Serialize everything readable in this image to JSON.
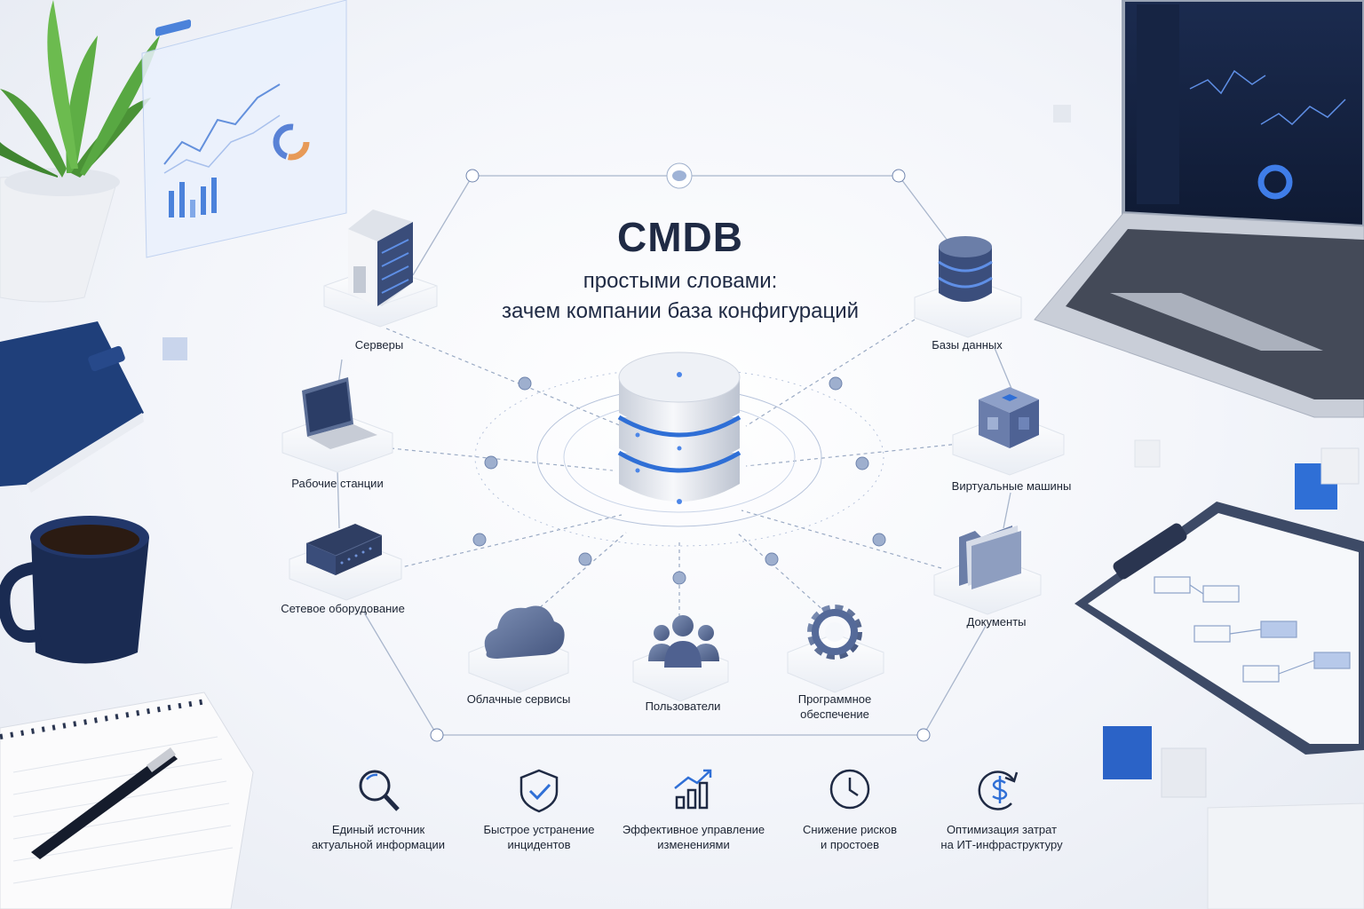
{
  "title": {
    "main": "CMDB",
    "line1": "простыми словами:",
    "line2": "зачем компании база конфигураций"
  },
  "nodes": [
    {
      "id": "servers",
      "label": "Серверы",
      "icon": "server-rack-icon"
    },
    {
      "id": "workstations",
      "label": "Рабочие станции",
      "icon": "laptop-icon"
    },
    {
      "id": "network",
      "label": "Сетевое оборудование",
      "icon": "network-switch-icon"
    },
    {
      "id": "cloud",
      "label": "Облачные сервисы",
      "icon": "cloud-icon"
    },
    {
      "id": "users",
      "label": "Пользователи",
      "icon": "users-group-icon"
    },
    {
      "id": "software",
      "label": "Программное",
      "label2": "обеспечение",
      "icon": "gear-icon"
    },
    {
      "id": "documents",
      "label": "Документы",
      "icon": "folder-icon"
    },
    {
      "id": "vms",
      "label": "Виртуальные машины",
      "icon": "cube-icon"
    },
    {
      "id": "databases",
      "label": "Базы данных",
      "icon": "database-icon"
    }
  ],
  "benefits": [
    {
      "line1": "Единый источник",
      "line2": "актуальной информации",
      "icon": "magnifier-icon"
    },
    {
      "line1": "Быстрое устранение",
      "line2": "инцидентов",
      "icon": "shield-check-icon"
    },
    {
      "line1": "Эффективное управление",
      "line2": "изменениями",
      "icon": "growth-chart-icon"
    },
    {
      "line1": "Снижение рисков",
      "line2": "и простоев",
      "icon": "clock-icon"
    },
    {
      "line1": "Оптимизация затрат",
      "line2": "на ИТ-инфраструктуру",
      "icon": "dollar-cycle-icon"
    }
  ],
  "colors": {
    "accent": "#2f6fd6",
    "navy": "#1f2a44",
    "icon_slate": "#5a6d95",
    "line": "#9fb0cc"
  }
}
